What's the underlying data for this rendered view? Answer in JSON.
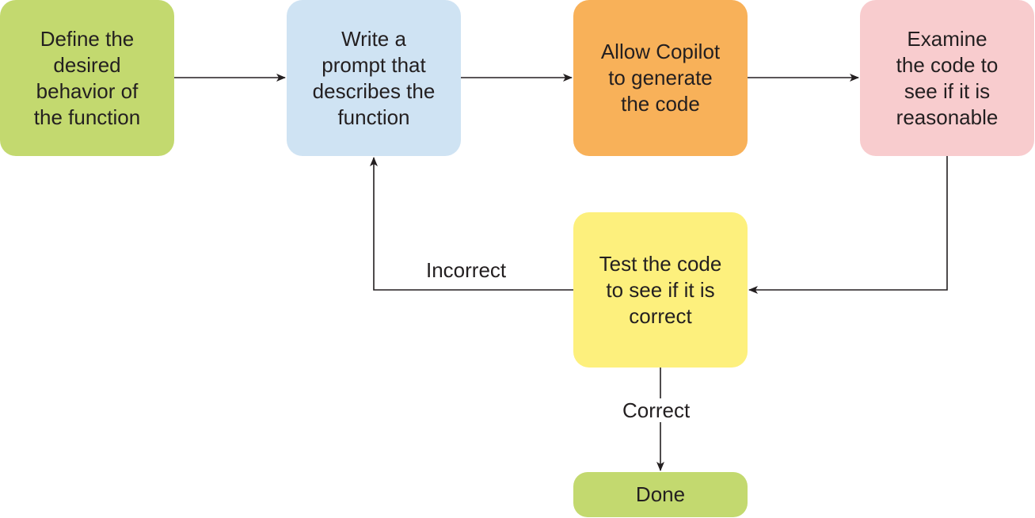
{
  "nodes": {
    "define": {
      "label": "Define the\ndesired\nbehavior of\nthe function",
      "color": "#c3d96f"
    },
    "prompt": {
      "label": "Write a\nprompt that\ndescribes the\nfunction",
      "color": "#cfe3f3"
    },
    "generate": {
      "label": "Allow Copilot\nto generate\nthe code",
      "color": "#f8b159"
    },
    "examine": {
      "label": "Examine\nthe code to\nsee if it is\nreasonable",
      "color": "#f8ccce"
    },
    "test": {
      "label": "Test the code\nto see if it is\ncorrect",
      "color": "#fdf07d"
    },
    "done": {
      "label": "Done",
      "color": "#c3d96f"
    }
  },
  "edges": {
    "incorrect_label": "Incorrect",
    "correct_label": "Correct",
    "line_color": "#231f20"
  }
}
